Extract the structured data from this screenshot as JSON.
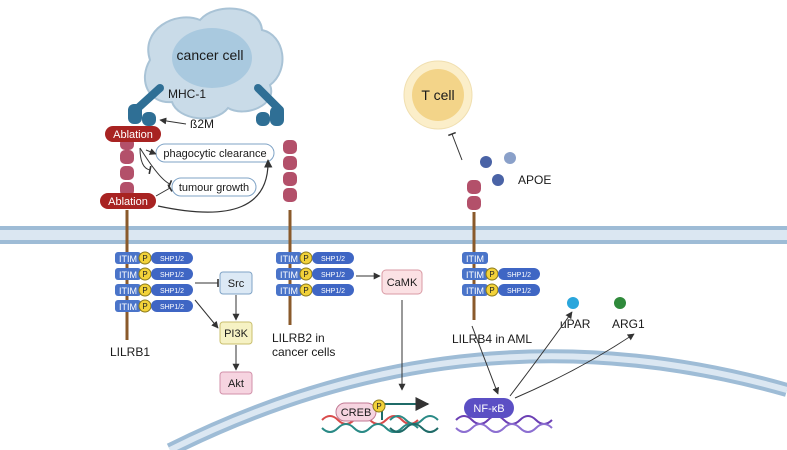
{
  "labels": {
    "cancer_cell": "cancer cell",
    "mhc": "MHC-1",
    "b2m": "ß2M",
    "ablation_1": "Ablation",
    "ablation_2": "Ablation",
    "phagocytic": "phagocytic clearance",
    "tumour": "tumour growth",
    "t_cell": "T cell",
    "apoe": "APOE",
    "src": "Src",
    "pi3k": "PI3K",
    "akt": "Akt",
    "camk": "CaMK",
    "creb": "CREB",
    "p": "P",
    "nfkb": "NF-κB",
    "upar": "uPAR",
    "arg1": "ARG1",
    "lilrb1": "LILRB1",
    "lilrb2_line1": "LILRB2 in",
    "lilrb2_line2": "cancer cells",
    "lilrb4": "LILRB4 in AML",
    "itim": "ITIM",
    "shp": "SHP1/2"
  },
  "colors": {
    "receptor": "#b3506a",
    "receptor_dark": "#7d2e44",
    "membrane": "#9ebcd6",
    "membrane_light": "#dbe7f2",
    "itim_fill": "#4a74c9",
    "shp_fill": "#3f66c4",
    "phospho": "#f2d23a",
    "ablation": "#a82322",
    "mhc": "#2f6f95",
    "cancer_cell": "#c9dbe8",
    "nucleus": "#84b3d1",
    "t_cell_outer": "#fbeec9",
    "t_cell_inner": "#f3d489",
    "src_box": "#dce9f5",
    "pi3k_box": "#f6f2c4",
    "akt_box": "#f6d4e0",
    "camk_box": "#fbe1e4",
    "nfkb": "#5b4fc4",
    "upar": "#2aa6dc",
    "arg1": "#2f8a3b"
  },
  "icons": [
    "apoe-ball",
    "phospho-icon",
    "dna-icon",
    "receptor-icon"
  ]
}
